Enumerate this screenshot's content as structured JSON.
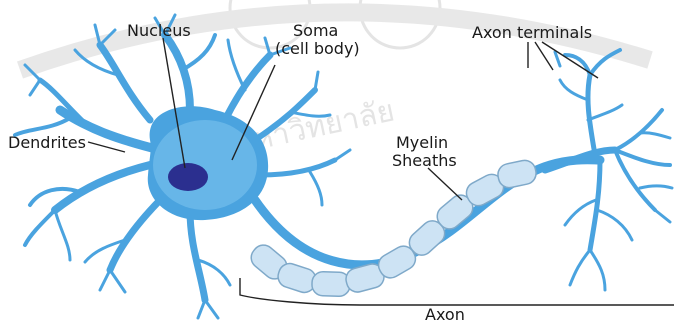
{
  "labels": {
    "nucleus": "Nucleus",
    "soma_line1": "Soma",
    "soma_line2": "(cell body)",
    "dendrites": "Dendrites",
    "axon_terminals": "Axon terminals",
    "myelin_line1": "Myelin",
    "myelin_line2": "Sheaths",
    "axon": "Axon"
  },
  "watermark": {
    "text": "ลิขสิทธิ์มหาวิทยาลัยเชียงใหม่",
    "visible_fragment": "อ มหาวิทยาลัย"
  },
  "colors": {
    "neuron_blue": "#4aa3df",
    "neuron_dark_blue": "#2f86c8",
    "soma_glow": "#7cc3ee",
    "nucleus": "#2b2f8f",
    "myelin": "#cde3f4",
    "myelin_edge": "#7fa9c9",
    "leader_line": "#222222",
    "watermark": "#c8c8c8"
  }
}
